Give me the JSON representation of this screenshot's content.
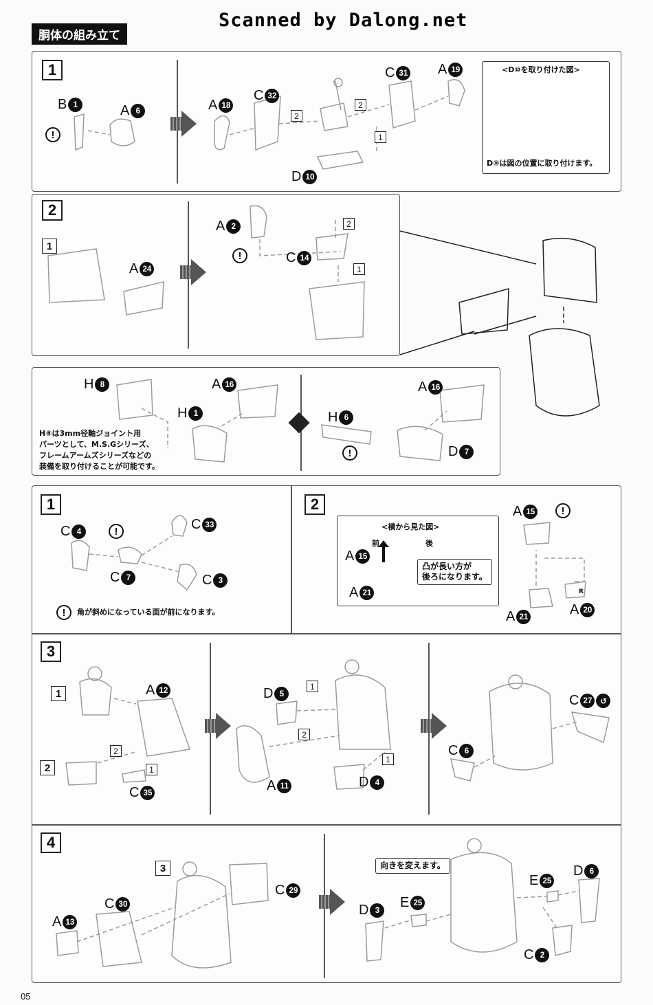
{
  "watermark": "Scanned by Dalong.net",
  "title": "胴体の組み立て",
  "page_number": "05",
  "step1": {
    "step": "1",
    "parts": {
      "b1": {
        "letter": "B",
        "num": "1"
      },
      "a6": {
        "letter": "A",
        "num": "6"
      },
      "a18": {
        "letter": "A",
        "num": "18"
      },
      "c32": {
        "letter": "C",
        "num": "32"
      },
      "c31": {
        "letter": "C",
        "num": "31"
      },
      "a19": {
        "letter": "A",
        "num": "19"
      },
      "d10": {
        "letter": "D",
        "num": "10"
      }
    },
    "order": [
      "2",
      "2",
      "1"
    ],
    "callout_title": "<D⑩を取り付けた図>",
    "callout_note": "D⑩は図の位置に取り付けます。"
  },
  "step2": {
    "step": "2",
    "sub": "1",
    "parts": {
      "a2": {
        "letter": "A",
        "num": "2"
      },
      "c14": {
        "letter": "C",
        "num": "14"
      },
      "a24": {
        "letter": "A",
        "num": "24"
      }
    },
    "order": [
      "2",
      "1"
    ]
  },
  "option": {
    "parts": {
      "h8": {
        "letter": "H",
        "num": "8"
      },
      "h1": {
        "letter": "H",
        "num": "1"
      },
      "a16a": {
        "letter": "A",
        "num": "16"
      },
      "h6": {
        "letter": "H",
        "num": "6"
      },
      "a16b": {
        "letter": "A",
        "num": "16"
      },
      "d7": {
        "letter": "D",
        "num": "7"
      }
    },
    "note": [
      "H⑧は3mm径軸ジョイント用",
      "パーツとして、M.S.Gシリーズ、",
      "フレームアームズシリーズなどの",
      "装備を取り付けることが可能です。"
    ]
  },
  "step_leg1": {
    "step": "1",
    "parts": {
      "c4": {
        "letter": "C",
        "num": "4"
      },
      "c33": {
        "letter": "C",
        "num": "33"
      },
      "c7": {
        "letter": "C",
        "num": "7"
      },
      "c3": {
        "letter": "C",
        "num": "3"
      }
    },
    "note": "角が斜めになっている面が前になります。"
  },
  "step_leg2": {
    "step": "2",
    "callout_title": "<横から見た図>",
    "front": "前",
    "back": "後",
    "callout_note": [
      "凸が長い方が",
      "後ろになります。"
    ],
    "parts": {
      "a15a": {
        "letter": "A",
        "num": "15"
      },
      "a21a": {
        "letter": "A",
        "num": "21"
      },
      "a15b": {
        "letter": "A",
        "num": "15"
      },
      "a21b": {
        "letter": "A",
        "num": "21"
      },
      "a20": {
        "letter": "A",
        "num": "20"
      }
    },
    "r_mark": "R"
  },
  "step3": {
    "step": "3",
    "subs": [
      "1",
      "2"
    ],
    "parts": {
      "a12": {
        "letter": "A",
        "num": "12"
      },
      "c35": {
        "letter": "C",
        "num": "35"
      },
      "d5": {
        "letter": "D",
        "num": "5"
      },
      "a11": {
        "letter": "A",
        "num": "11"
      },
      "d4": {
        "letter": "D",
        "num": "4"
      },
      "c6": {
        "letter": "C",
        "num": "6"
      },
      "c27": {
        "letter": "C",
        "num": "27"
      }
    },
    "order": [
      "2",
      "1",
      "1",
      "2",
      "1"
    ]
  },
  "step4": {
    "step": "4",
    "sub": "3",
    "parts": {
      "c30": {
        "letter": "C",
        "num": "30"
      },
      "a13": {
        "letter": "A",
        "num": "13"
      },
      "c29": {
        "letter": "C",
        "num": "29"
      },
      "d3": {
        "letter": "D",
        "num": "3"
      },
      "e25a": {
        "letter": "E",
        "num": "25"
      },
      "e25b": {
        "letter": "E",
        "num": "25"
      },
      "d6": {
        "letter": "D",
        "num": "6"
      },
      "c2": {
        "letter": "C",
        "num": "2"
      }
    },
    "note": "向きを変えます。"
  },
  "colors": {
    "ink": "#111111",
    "panel_border": "#555555",
    "arrow": "#555555",
    "paper": "#fbfbfb"
  }
}
